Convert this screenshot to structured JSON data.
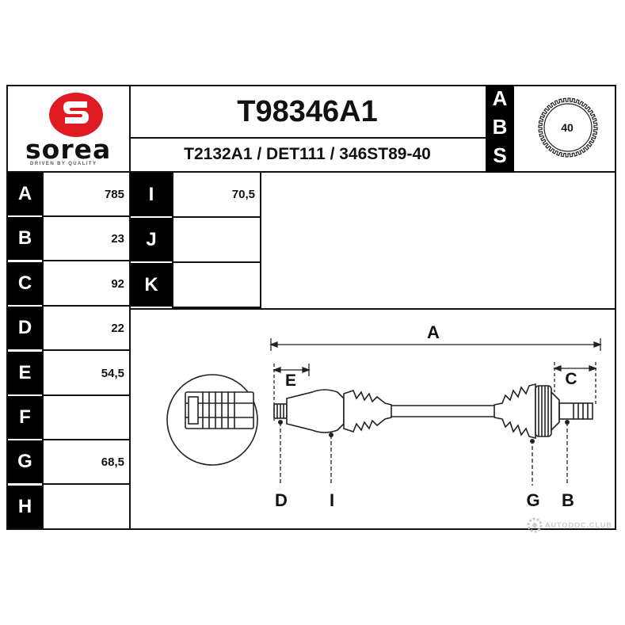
{
  "brand": {
    "name": "sorea",
    "tagline": "DRIVEN BY QUALITY",
    "color": "#e01b24"
  },
  "header": {
    "part_number": "T98346A1",
    "cross_refs": "T2132A1 / DET111 / 346ST89-40",
    "abs_label": [
      "A",
      "B",
      "S"
    ],
    "abs_teeth": "40"
  },
  "dimensions_left": [
    {
      "letter": "A",
      "value": "785"
    },
    {
      "letter": "B",
      "value": "23"
    },
    {
      "letter": "C",
      "value": "92"
    },
    {
      "letter": "D",
      "value": "22"
    },
    {
      "letter": "E",
      "value": "54,5"
    },
    {
      "letter": "F",
      "value": ""
    },
    {
      "letter": "G",
      "value": "68,5"
    },
    {
      "letter": "H",
      "value": ""
    }
  ],
  "dimensions_right": [
    {
      "letter": "I",
      "value": "70,5"
    },
    {
      "letter": "J",
      "value": ""
    },
    {
      "letter": "K",
      "value": ""
    }
  ],
  "diagram_labels": {
    "A": "A",
    "E": "E",
    "C": "C",
    "D": "D",
    "I": "I",
    "G": "G",
    "B": "B"
  },
  "watermark": "AUTODOC.CLUB"
}
